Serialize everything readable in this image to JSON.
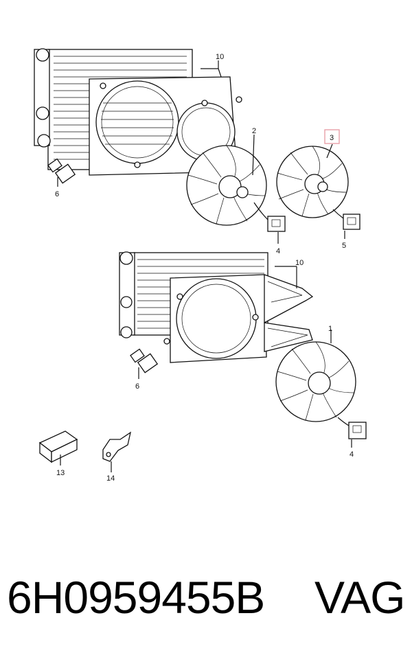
{
  "callouts": {
    "c1": "1",
    "c2": "2",
    "c3": "3",
    "c4a": "4",
    "c4b": "4",
    "c5": "5",
    "c6a": "6",
    "c6b": "6",
    "c10a": "10",
    "c10b": "10",
    "c13": "13",
    "c14": "14"
  },
  "colors": {
    "highlight_box": "#e8a0a8",
    "line": "#111111"
  },
  "caption": {
    "part_number": "6H0959455B",
    "brand": "VAG"
  }
}
